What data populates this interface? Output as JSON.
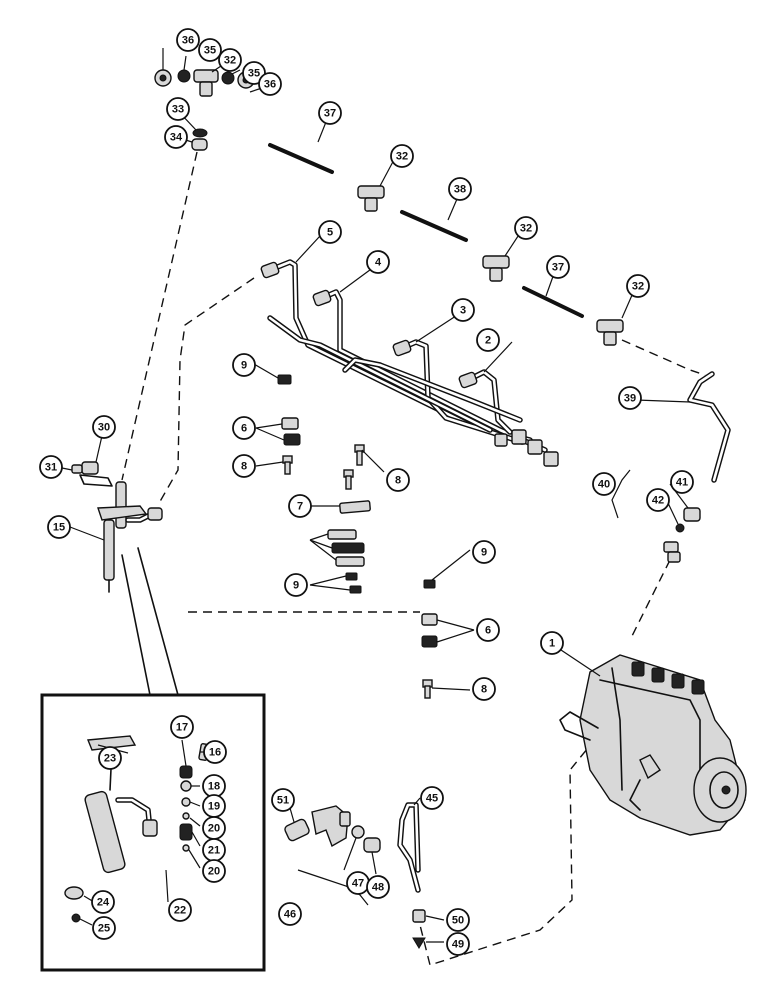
{
  "callouts": [
    "1",
    "2",
    "3",
    "4",
    "5",
    "6",
    "7",
    "8",
    "9",
    "15",
    "16",
    "17",
    "18",
    "19",
    "20",
    "21",
    "22",
    "23",
    "24",
    "25",
    "30",
    "31",
    "32",
    "33",
    "34",
    "35",
    "36",
    "37",
    "38",
    "39",
    "40",
    "41",
    "42",
    "45",
    "46",
    "47",
    "48",
    "49",
    "50",
    "51"
  ]
}
